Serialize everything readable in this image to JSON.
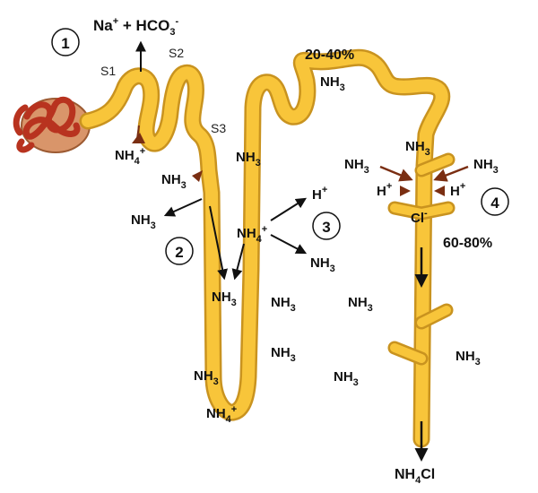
{
  "diagram": {
    "colors": {
      "tubule_fill": "#f8c53a",
      "tubule_outline": "#c9931f",
      "glomerulus": "#b8331f",
      "capsule": "#d9956a",
      "arrow_black": "#111111",
      "arrow_brown": "#7a2e12"
    },
    "step_markers": [
      "1",
      "2",
      "3",
      "4"
    ],
    "segment_labels": {
      "s1": "S1",
      "s2": "S2",
      "s3": "S3"
    },
    "top_label": {
      "na": "Na",
      "na_sup": "+",
      "plus": " + HCO",
      "hco_sub": "3",
      "hco_sup": "-"
    },
    "percentages": {
      "upper": "20-40%",
      "lower": "60-80%"
    },
    "species": {
      "nh3_main": "NH",
      "nh3_sub": "3",
      "nh4_main": "NH",
      "nh4_sub": "4",
      "nh4_sup": "+",
      "h_main": "H",
      "h_sup": "+",
      "cl_main": "Cl",
      "cl_sup": "-",
      "nh4cl_main": "NH",
      "nh4cl_sub": "4",
      "nh4cl_tail": "Cl"
    }
  }
}
